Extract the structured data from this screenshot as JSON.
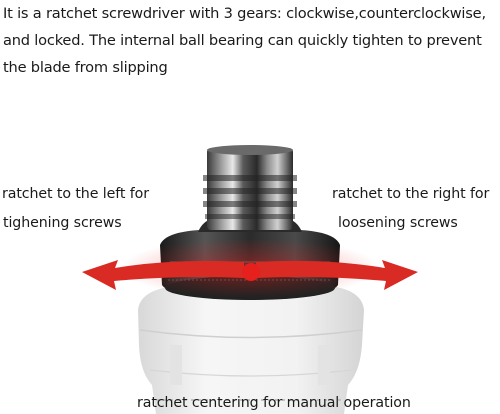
{
  "description": {
    "line1": "It is a ratchet screwdriver with 3 gears: clockwise,counterclockwise,",
    "line2": "and locked. The internal ball bearing can quickly tighten to prevent",
    "line3": "the blade from slipping"
  },
  "labels": {
    "left_line1": "ratchet to the left for",
    "left_line2": "tighening screws",
    "right_line1": "ratchet to the right for",
    "right_line2": "loosening screws",
    "bottom": "ratchet centering for manual  operation"
  },
  "colors": {
    "arrow": "#d92a24",
    "dot": "#e5201d",
    "metal_dark": "#1e1e1e",
    "handle": "#eeeeee"
  }
}
